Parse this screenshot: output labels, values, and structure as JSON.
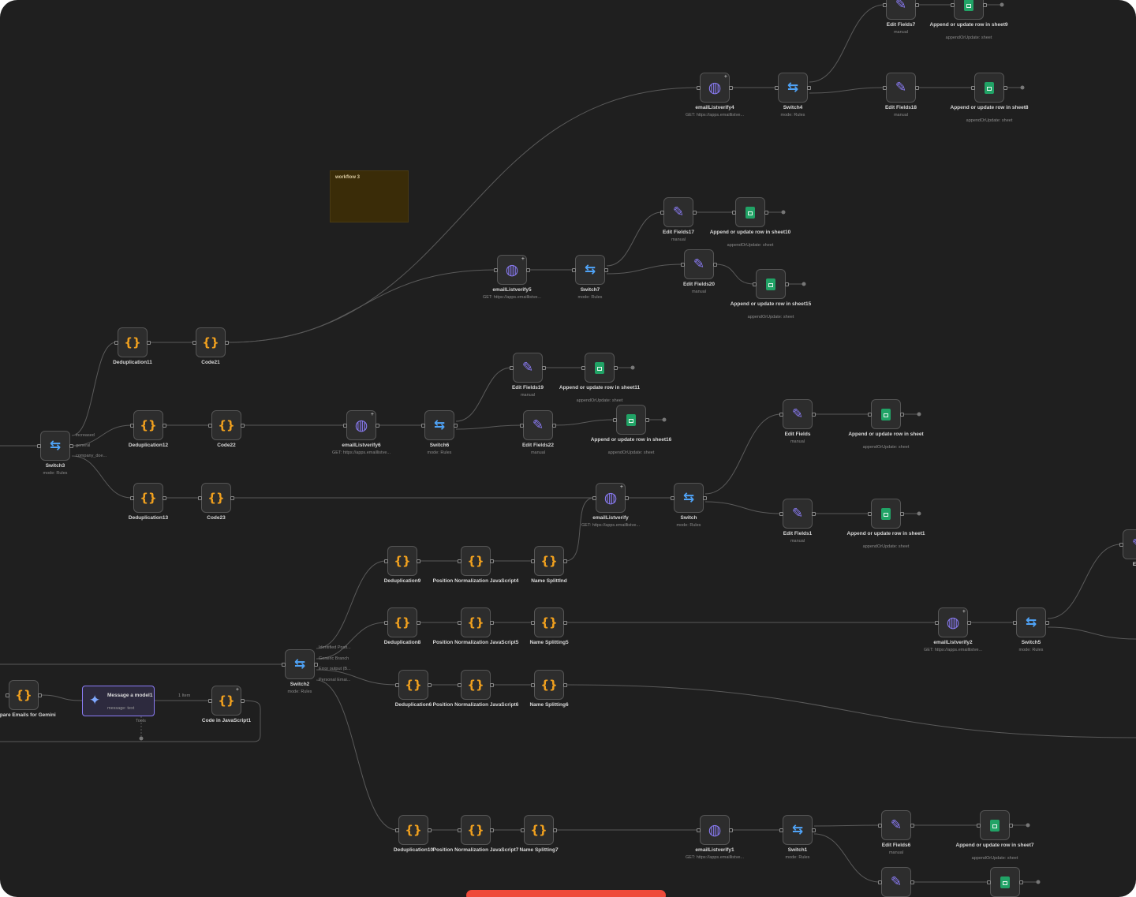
{
  "sticky_note": {
    "label": "workflow 3"
  },
  "bottom_bar_color": "#ef4a3a",
  "nodes": [
    {
      "id": "n_ef_top",
      "type": "edit",
      "title": "Edit Fields7",
      "sub": "manual"
    },
    {
      "id": "n_sh_top",
      "type": "sheet",
      "title": "Append or update row in sheet9",
      "sub": "appendOrUpdate: sheet"
    },
    {
      "id": "n_ev4",
      "type": "http",
      "title": "emailListverify4",
      "sub": "GET: https://apps.emaillistve..."
    },
    {
      "id": "n_sw4",
      "type": "switch",
      "title": "Switch4",
      "sub": "mode: Rules"
    },
    {
      "id": "n_ef18",
      "type": "edit",
      "title": "Edit Fields18",
      "sub": "manual"
    },
    {
      "id": "n_sh8",
      "type": "sheet",
      "title": "Append or update row in sheet8",
      "sub": "appendOrUpdate: sheet"
    },
    {
      "id": "n_ef17",
      "type": "edit",
      "title": "Edit Fields17",
      "sub": "manual"
    },
    {
      "id": "n_sh10",
      "type": "sheet",
      "title": "Append or update row in sheet10",
      "sub": "appendOrUpdate: sheet"
    },
    {
      "id": "n_ev5",
      "type": "http",
      "title": "emailListverify5",
      "sub": "GET: https://apps.emaillistve..."
    },
    {
      "id": "n_sw7",
      "type": "switch",
      "title": "Switch7",
      "sub": "mode: Rules"
    },
    {
      "id": "n_ef20",
      "type": "edit",
      "title": "Edit Fields20",
      "sub": "manual"
    },
    {
      "id": "n_sh15",
      "type": "sheet",
      "title": "Append or update row in sheet15",
      "sub": "appendOrUpdate: sheet"
    },
    {
      "id": "n_dd11",
      "type": "code",
      "title": "Deduplication11",
      "sub": ""
    },
    {
      "id": "n_c21",
      "type": "code",
      "title": "Code21",
      "sub": ""
    },
    {
      "id": "n_ef19",
      "type": "edit",
      "title": "Edit Fields19",
      "sub": "manual"
    },
    {
      "id": "n_sh11",
      "type": "sheet",
      "title": "Append or update row in sheet11",
      "sub": "appendOrUpdate: sheet"
    },
    {
      "id": "n_sw3",
      "type": "switch",
      "title": "Switch3",
      "sub": "mode: Rules"
    },
    {
      "id": "n_dd12",
      "type": "code",
      "title": "Deduplication12",
      "sub": ""
    },
    {
      "id": "n_c22",
      "type": "code",
      "title": "Code22",
      "sub": ""
    },
    {
      "id": "n_ev6",
      "type": "http",
      "title": "emailListverify6",
      "sub": "GET: https://apps.emaillistve..."
    },
    {
      "id": "n_sw6",
      "type": "switch",
      "title": "Switch6",
      "sub": "mode: Rules"
    },
    {
      "id": "n_ef22",
      "type": "edit",
      "title": "Edit Fields22",
      "sub": "manual"
    },
    {
      "id": "n_sh16",
      "type": "sheet",
      "title": "Append or update row in sheet16",
      "sub": "appendOrUpdate: sheet"
    },
    {
      "id": "n_efs",
      "type": "edit",
      "title": "Edit Fields",
      "sub": "manual"
    },
    {
      "id": "n_shs",
      "type": "sheet",
      "title": "Append or update row in sheet",
      "sub": "appendOrUpdate: sheet"
    },
    {
      "id": "n_dd13",
      "type": "code",
      "title": "Deduplication13",
      "sub": ""
    },
    {
      "id": "n_c23",
      "type": "code",
      "title": "Code23",
      "sub": ""
    },
    {
      "id": "n_ev",
      "type": "http",
      "title": "emailListverify",
      "sub": "GET: https://apps.emaillistve..."
    },
    {
      "id": "n_sw",
      "type": "switch",
      "title": "Switch",
      "sub": "mode: Rules"
    },
    {
      "id": "n_ef1",
      "type": "edit",
      "title": "Edit Fields1",
      "sub": "manual"
    },
    {
      "id": "n_sh1",
      "type": "sheet",
      "title": "Append or update row in sheet1",
      "sub": "appendOrUpdate: sheet"
    },
    {
      "id": "n_dd9",
      "type": "code",
      "title": "Deduplication9",
      "sub": ""
    },
    {
      "id": "n_pn4",
      "type": "code",
      "title": "Position Normalization JavaScript4",
      "sub": ""
    },
    {
      "id": "n_ns_ind",
      "type": "code",
      "title": "Name SplittInd",
      "sub": ""
    },
    {
      "id": "n_dd8",
      "type": "code",
      "title": "Deduplication8",
      "sub": ""
    },
    {
      "id": "n_pn5",
      "type": "code",
      "title": "Position Normalization JavaScript5",
      "sub": ""
    },
    {
      "id": "n_ns5",
      "type": "code",
      "title": "Name Splitting5",
      "sub": ""
    },
    {
      "id": "n_ev2",
      "type": "http",
      "title": "emailListverify2",
      "sub": "GET: https://apps.emaillistve..."
    },
    {
      "id": "n_sw5",
      "type": "switch",
      "title": "Switch5",
      "sub": "mode: Rules"
    },
    {
      "id": "n_sw2",
      "type": "switch",
      "title": "Switch2",
      "sub": "mode: Rules"
    },
    {
      "id": "n_dd6",
      "type": "code",
      "title": "Deduplication6",
      "sub": ""
    },
    {
      "id": "n_pn6",
      "type": "code",
      "title": "Position Normalization JavaScript6",
      "sub": ""
    },
    {
      "id": "n_ns6",
      "type": "code",
      "title": "Name Splitting6",
      "sub": ""
    },
    {
      "id": "n_prep",
      "type": "code",
      "title": "Prepare Emails for Gemini",
      "sub": ""
    },
    {
      "id": "n_cjs",
      "type": "code",
      "title": "Code in JavaScript1",
      "sub": ""
    },
    {
      "id": "n_dd10",
      "type": "code",
      "title": "Deduplication10",
      "sub": ""
    },
    {
      "id": "n_pn7",
      "type": "code",
      "title": "Position Normalization JavaScript7",
      "sub": ""
    },
    {
      "id": "n_ns7",
      "type": "code",
      "title": "Name Splitting7",
      "sub": ""
    },
    {
      "id": "n_ev1",
      "type": "http",
      "title": "emailListverify1",
      "sub": "GET: https://apps.emaillistve..."
    },
    {
      "id": "n_sw1",
      "type": "switch",
      "title": "Switch1",
      "sub": "mode: Rules"
    },
    {
      "id": "n_ef6",
      "type": "edit",
      "title": "Edit Fields6",
      "sub": "manual"
    },
    {
      "id": "n_sh7",
      "type": "sheet",
      "title": "Append or update row in sheet7",
      "sub": "appendOrUpdate: sheet"
    },
    {
      "id": "n_ef_bot",
      "type": "edit",
      "title": "",
      "sub": ""
    },
    {
      "id": "n_sh_bot",
      "type": "sheet",
      "title": "",
      "sub": ""
    },
    {
      "id": "n_right1",
      "type": "edit",
      "title": "Edit",
      "sub": ""
    }
  ],
  "llm_node": {
    "title": "Message a model1",
    "sub": "message: text",
    "out_label": "1 Item",
    "tools_label": "Tools"
  },
  "switch3_outputs": [
    "increased",
    "general",
    "company_doe..."
  ],
  "switch2_outputs": [
    "Identified Posit...",
    "Generic Branch",
    "Error output (B...",
    "Personal Emai..."
  ]
}
